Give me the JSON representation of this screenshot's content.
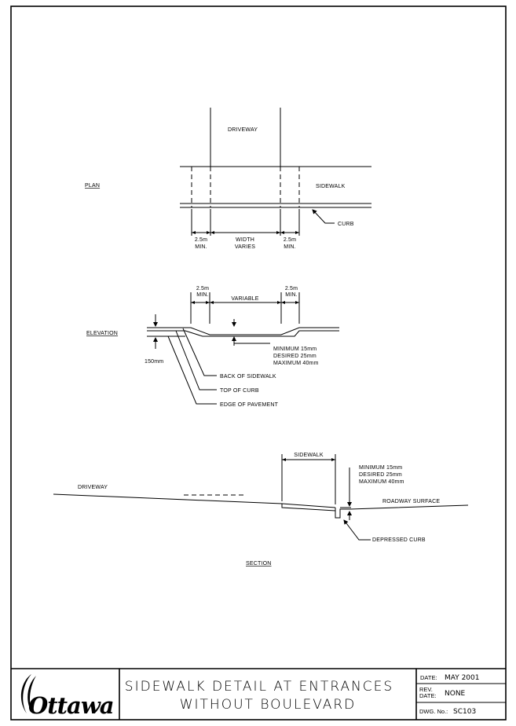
{
  "plan": {
    "heading": "PLAN",
    "driveway": "DRIVEWAY",
    "sidewalk": "SIDEWALK",
    "curb": "CURB",
    "dim_left_1": "2.5m",
    "dim_left_2": "MIN.",
    "dim_mid_1": "WIDTH",
    "dim_mid_2": "VARIES",
    "dim_right_1": "2.5m",
    "dim_right_2": "MIN."
  },
  "elevation": {
    "heading": "ELEVATION",
    "dim_left_1": "2.5m",
    "dim_left_2": "MIN.",
    "dim_mid": "VARIABLE",
    "dim_right_1": "2.5m",
    "dim_right_2": "MIN.",
    "minimum": "MINIMUM 15mm",
    "desired": "DESIRED 25mm",
    "maximum": "MAXIMUM 40mm",
    "height": "150mm",
    "back_of_sidewalk": "BACK OF SIDEWALK",
    "top_of_curb": "TOP OF CURB",
    "edge_of_pavement": "EDGE OF PAVEMENT"
  },
  "section": {
    "heading": "SECTION",
    "sidewalk": "SIDEWALK",
    "driveway": "DRIVEWAY",
    "roadway_surface": "ROADWAY SURFACE",
    "minimum": "MINIMUM 15mm",
    "desired": "DESIRED 25mm",
    "maximum": "MAXIMUM 40mm",
    "depressed_curb": "DEPRESSED CURB"
  },
  "title_block": {
    "logo": "Ottawa",
    "title_line_1": "SIDEWALK DETAIL AT ENTRANCES",
    "title_line_2": "WITHOUT BOULEVARD",
    "date_label": "DATE:",
    "date_value": "MAY 2001",
    "rev_label_1": "REV.",
    "rev_label_2": "DATE:",
    "rev_value": "NONE",
    "dwg_label": "DWG. No.:",
    "dwg_value": "SC103"
  }
}
